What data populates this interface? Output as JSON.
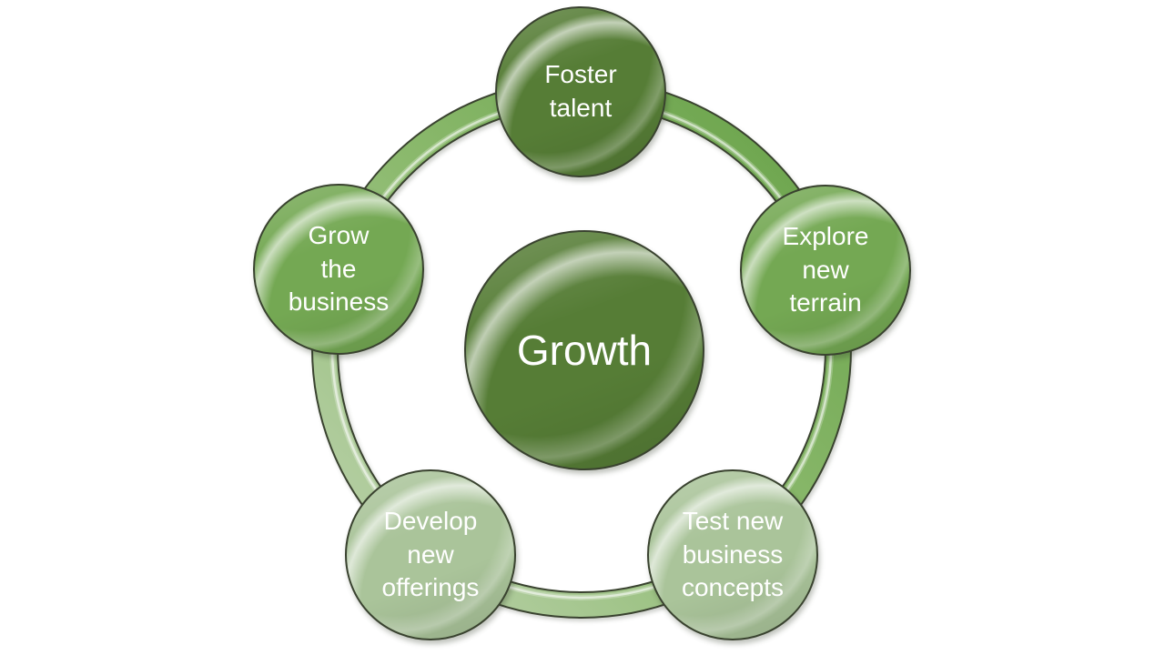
{
  "diagram": {
    "type": "radial-cycle",
    "center": {
      "label": "Growth"
    },
    "nodes": [
      {
        "id": "foster-talent",
        "label": "Foster talent",
        "lines": [
          "Foster",
          "talent"
        ],
        "tier": "dark",
        "position": "top"
      },
      {
        "id": "explore-new-terrain",
        "label": "Explore new terrain",
        "lines": [
          "Explore",
          "new",
          "terrain"
        ],
        "tier": "mid",
        "position": "upper-right"
      },
      {
        "id": "test-new-business-concepts",
        "label": "Test new business concepts",
        "lines": [
          "Test new",
          "business",
          "concepts"
        ],
        "tier": "pale",
        "position": "lower-right"
      },
      {
        "id": "develop-new-offerings",
        "label": "Develop new offerings",
        "lines": [
          "Develop",
          "new",
          "offerings"
        ],
        "tier": "pale",
        "position": "lower-left"
      },
      {
        "id": "grow-the-business",
        "label": "Grow the business",
        "lines": [
          "Grow",
          "the",
          "business"
        ],
        "tier": "mid",
        "position": "upper-left"
      }
    ],
    "colors": {
      "background": "#ffffff",
      "text": "#ffffff",
      "outline": "#39422f",
      "dark": "#567d36",
      "mid": "#74a853",
      "pale": "#aac49a",
      "ring_start": "#66a046",
      "ring_mid": "#8cba6e",
      "ring_end": "#c0d4b2"
    }
  }
}
